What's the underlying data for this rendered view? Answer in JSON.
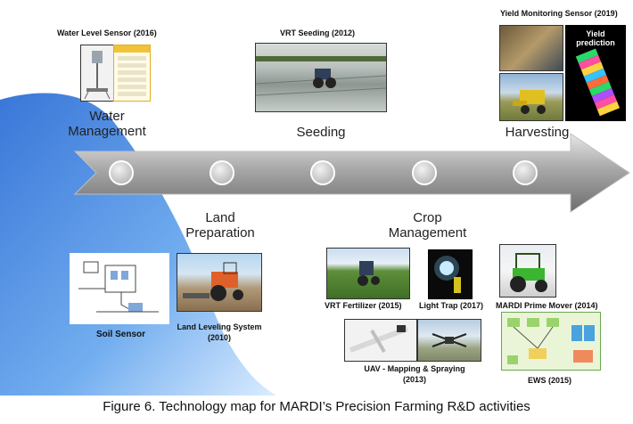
{
  "stages_top": [
    {
      "name": "Water Management",
      "line1": "Water",
      "line2": "Management"
    },
    {
      "name": "Seeding"
    },
    {
      "name": "Harvesting"
    }
  ],
  "stages_bottom": [
    {
      "line1": "Land",
      "line2": "Preparation"
    },
    {
      "line1": "Crop",
      "line2": "Management"
    }
  ],
  "tech_labels": {
    "water_level_sensor": "Water Level Sensor (2016)",
    "vrt_seeding": "VRT Seeding (2012)",
    "yield_monitoring": "Yield Monitoring Sensor (2019)",
    "yield_prediction_1": "Yield",
    "yield_prediction_2": "prediction",
    "soil_sensor": "Soil Sensor",
    "land_leveling_1": "Land Leveling System",
    "land_leveling_2": "(2010)",
    "vrt_fertilizer": "VRT Fertilizer (2015)",
    "light_trap": "Light Trap (2017)",
    "prime_mover": "MARDI Prime Mover (2014)",
    "uav_1": "UAV - Mapping & Spraying",
    "uav_2": "(2013)",
    "ews": "EWS (2015)"
  },
  "caption": "Figure 6. Technology map for MARDI’s Precision Farming R&D activities",
  "colors": {
    "arrow": "#8a8a8a",
    "arrow_light": "#c9c9c9",
    "blue_shape": "#4a8fe0",
    "node": "#cfcfcf"
  }
}
